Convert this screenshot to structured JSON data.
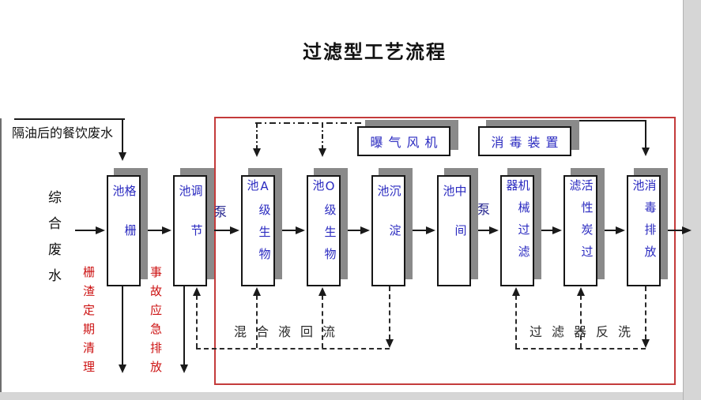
{
  "title": "过滤型工艺流程",
  "influent": {
    "oily_label": "隔油后的餐饮废水",
    "main_label": "综合废水"
  },
  "process_boxes": [
    {
      "label": "格栅池"
    },
    {
      "label": "调节池"
    },
    {
      "label": "A级生物池"
    },
    {
      "label": "O级生物池"
    },
    {
      "label": "沉淀池"
    },
    {
      "label": "中间池"
    },
    {
      "label": "机械过滤器"
    },
    {
      "label": "活性炭过滤"
    },
    {
      "label": "消毒排放池"
    }
  ],
  "equipment_boxes": [
    {
      "label": "曝气风机"
    },
    {
      "label": "消毒装置"
    }
  ],
  "pumps": {
    "pump1": "泵",
    "pump2": "泵"
  },
  "annotations": {
    "screenings_note": "栅渣定期清理",
    "emergency_note": "事故应急排放",
    "mixed_liquor_return": "混合液回流",
    "filter_backwash": "过滤器反洗"
  },
  "colors": {
    "box_text_blue": "#2a2ac0",
    "note_red": "#cc1111",
    "boundary_red": "#c43b3b",
    "shadow_gray": "#8a8a8a",
    "line_black": "#1a1a1a",
    "chrome_gray": "#d6d6d6"
  }
}
